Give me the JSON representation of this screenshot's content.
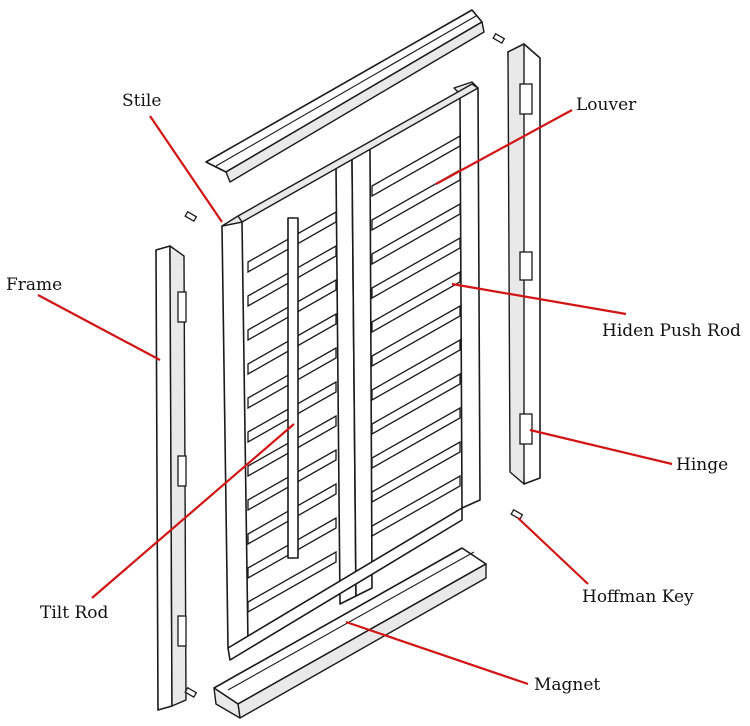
{
  "labels": {
    "stile": "Stile",
    "louver": "Louver",
    "frame": "Frame",
    "hidden_push_rod": "Hiden Push Rod",
    "hinge": "Hinge",
    "tilt_rod": "Tilt Rod",
    "hoffman_key": "Hoffman Key",
    "magnet": "Magnet"
  },
  "colors": {
    "leader_line": "#d21414",
    "outline": "#1a1a1a",
    "background": "#ffffff"
  }
}
